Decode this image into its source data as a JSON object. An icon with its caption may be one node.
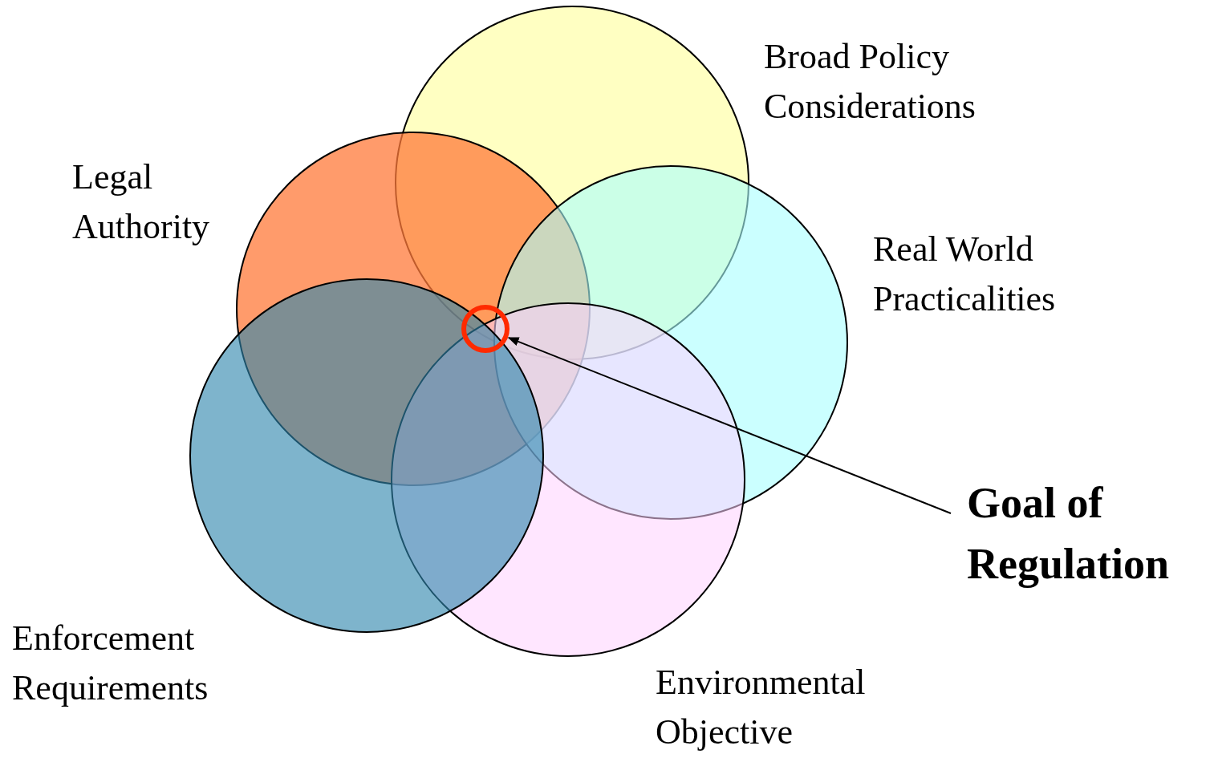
{
  "diagram": {
    "nodes": [
      {
        "text": [
          "Broad Policy Considerations"
        ]
      },
      {
        "text": [
          "Legal Authority"
        ]
      },
      {
        "text": [
          "Real World Practicalities"
        ]
      },
      {
        "text": [],
        "shape": "circle"
      },
      {
        "text": [
          "Goal of Regulation"
        ]
      },
      {
        "text": [
          "Enforcement Requirements"
        ]
      },
      {
        "text": [
          "Environmental Objective"
        ]
      }
    ],
    "edges": [
      {
        "from": 4,
        "to": 3,
        "arrow": "to"
      }
    ]
  }
}
